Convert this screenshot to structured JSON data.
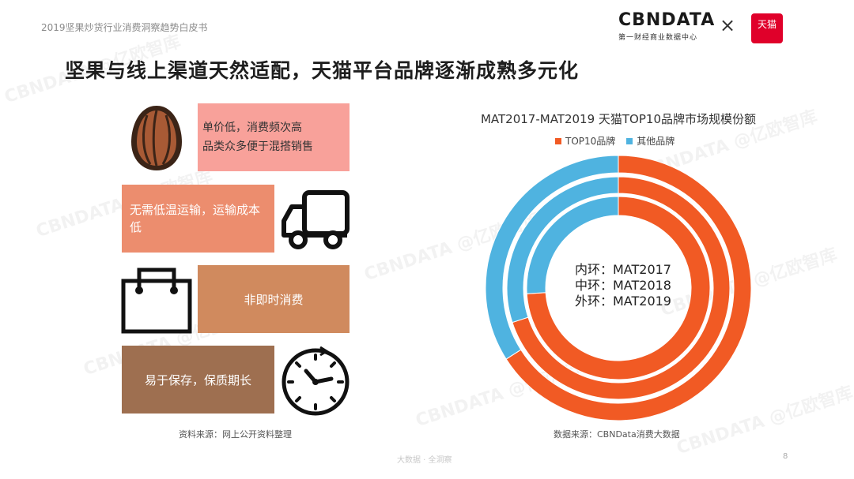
{
  "header": {
    "report_title": "2019坚果炒货行业消费洞察趋势白皮书",
    "brand_logo": "CBNDATA",
    "brand_sub": "第一财经商业数据中心",
    "times_sign": "×",
    "tmall_label": "天猫"
  },
  "headline": "坚果与线上渠道天然适配，天猫平台品牌逐渐成熟多元化",
  "features": [
    {
      "line1": "单价低，消费频次高",
      "line2": "品类众多便于混搭销售"
    },
    {
      "text": "无需低温运输，运输成本低"
    },
    {
      "text": "非即时消费"
    },
    {
      "text": "易于保存，保质期长"
    }
  ],
  "icons": {
    "nut": "nut-icon",
    "truck": "truck-icon",
    "bag": "shopping-bag-icon",
    "clock": "clock-icon"
  },
  "colors": {
    "top10": "#f15a24",
    "others": "#4fb3e0",
    "card1": "#f8a19a",
    "card2": "#ec8d6e",
    "card3": "#d08a5e",
    "card4": "#9e6f50"
  },
  "sources": {
    "left": "资料来源：网上公开资料整理",
    "right": "数据来源：CBNData消费大数据"
  },
  "footer": {
    "text": "大数据 · 全洞察",
    "page": "8"
  },
  "watermark": "CBNDATA @亿欧智库",
  "chart_data": {
    "type": "pie",
    "title": "MAT2017-MAT2019 天猫TOP10品牌市场规模份额",
    "legend": [
      "TOP10品牌",
      "其他品牌"
    ],
    "legend_position": "top",
    "rings": [
      {
        "name": "MAT2017",
        "position": "inner",
        "values": [
          0.74,
          0.26
        ]
      },
      {
        "name": "MAT2018",
        "position": "middle",
        "values": [
          0.7,
          0.3
        ]
      },
      {
        "name": "MAT2019",
        "position": "outer",
        "values": [
          0.66,
          0.34
        ]
      }
    ],
    "center_labels": [
      "内环：MAT2017",
      "中环：MAT2018",
      "外环：MAT2019"
    ]
  }
}
